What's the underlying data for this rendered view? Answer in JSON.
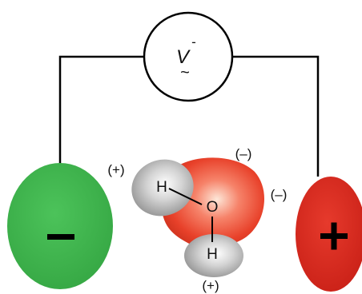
{
  "meter": {
    "symbol": "V",
    "superscript": "-",
    "subscript": "~"
  },
  "electrodes": {
    "negative": {
      "sign": "−",
      "color": "#3cb24a"
    },
    "positive": {
      "sign": "+",
      "color": "#d8261b"
    }
  },
  "molecule": {
    "oxygen": "O",
    "hydrogen_top": "H",
    "hydrogen_bottom": "H",
    "oxygen_color": "#e8412a",
    "hydrogen_color": "#a9a9a9"
  },
  "charges": {
    "top_left": "(+)",
    "top_right": "(–)",
    "right": "(–)",
    "bottom": "(+)"
  }
}
